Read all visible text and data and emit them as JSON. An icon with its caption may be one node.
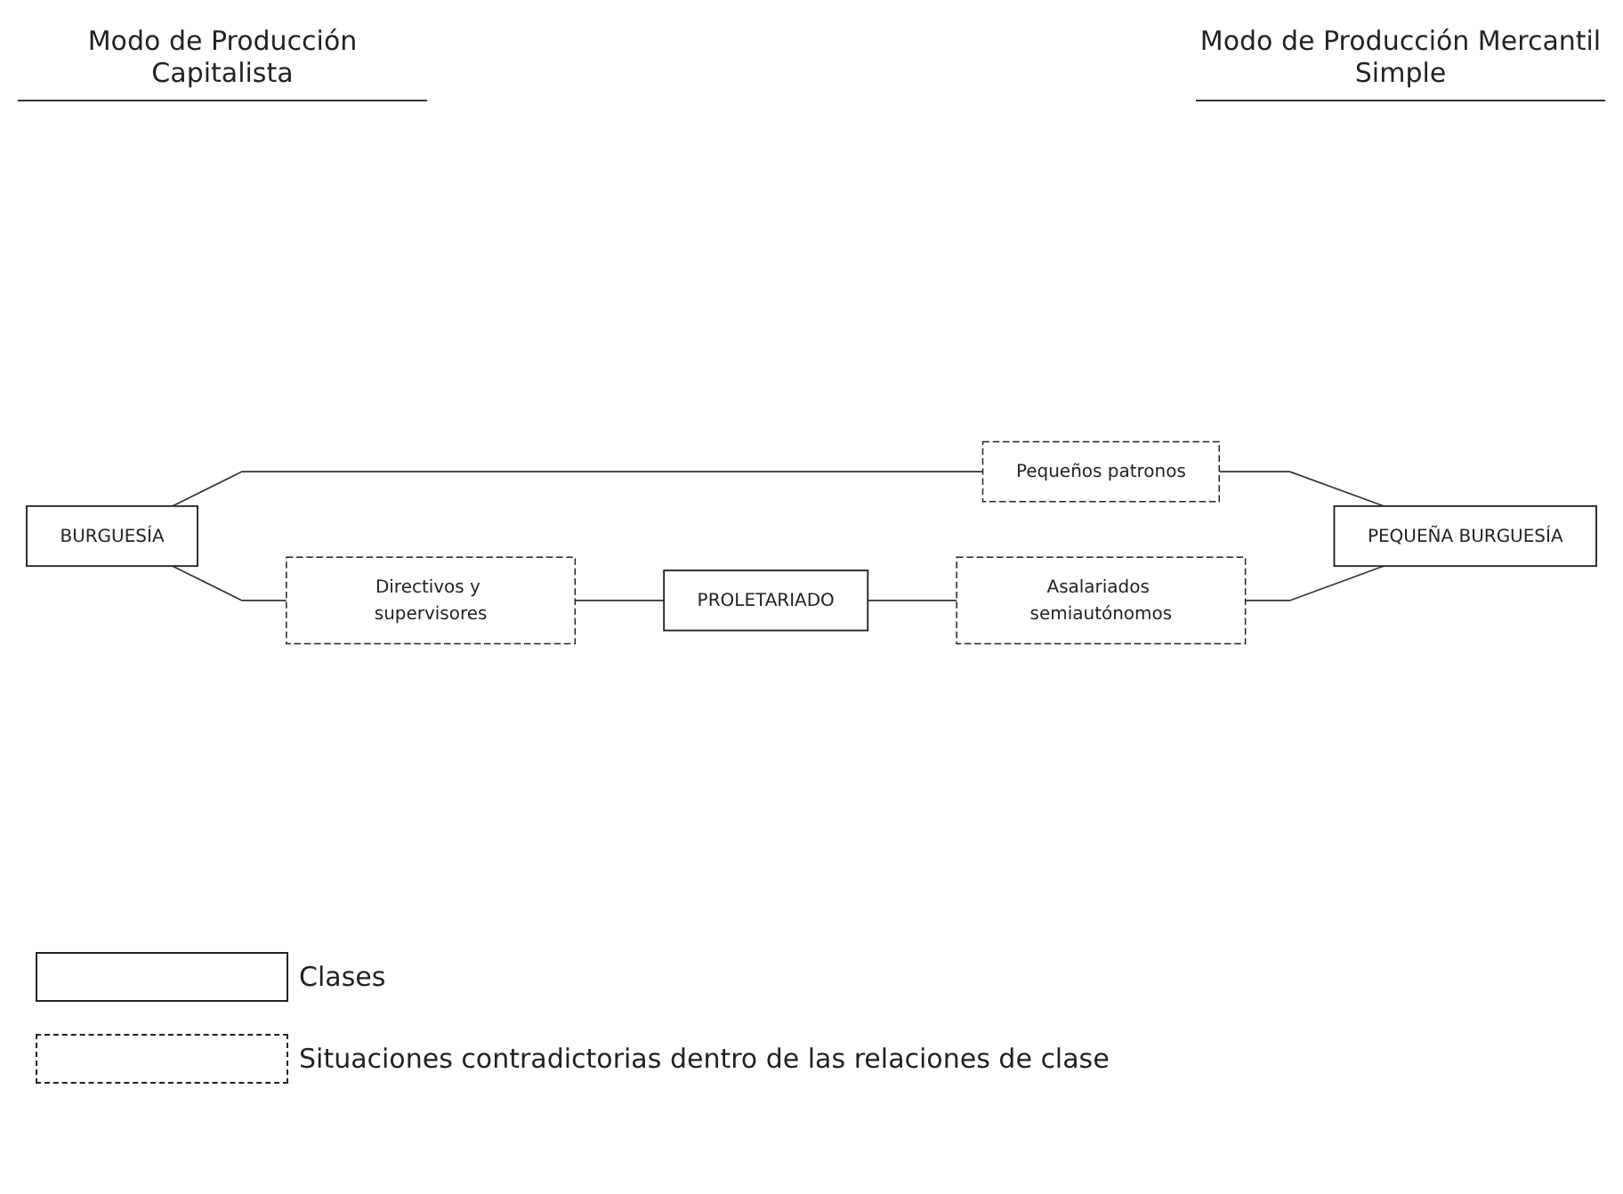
{
  "diagram": {
    "nodes": [
      {
        "text": [
          "BURGUESÍA"
        ]
      },
      {
        "text": [
          "Pequeños patronos"
        ]
      },
      {
        "text": [
          "PEQUEÑA BURGUESÍA"
        ]
      },
      {
        "text": [
          "Directivos y supervisores"
        ]
      },
      {
        "text": [
          "Asalariados semiautónomos"
        ]
      },
      {
        "text": [
          "PROLETARIADO"
        ]
      }
    ],
    "edges": [
      {
        "from": 0,
        "to": 1,
        "arrow": "none"
      },
      {
        "from": 1,
        "to": 2,
        "arrow": "none"
      },
      {
        "from": 0,
        "to": 3,
        "arrow": "none"
      },
      {
        "from": 3,
        "to": 5,
        "arrow": "none"
      },
      {
        "from": 5,
        "to": 4,
        "arrow": "none"
      },
      {
        "from": 4,
        "to": 2,
        "arrow": "none"
      }
    ],
    "labels": [
      "Modo de Producción Capitalista",
      "Modo de Producción Mercantil Simple"
    ],
    "legend": [
      {
        "text": "Clases"
      },
      {
        "text": "Situaciones contradictorias dentro de las relaciones de clase"
      }
    ]
  }
}
